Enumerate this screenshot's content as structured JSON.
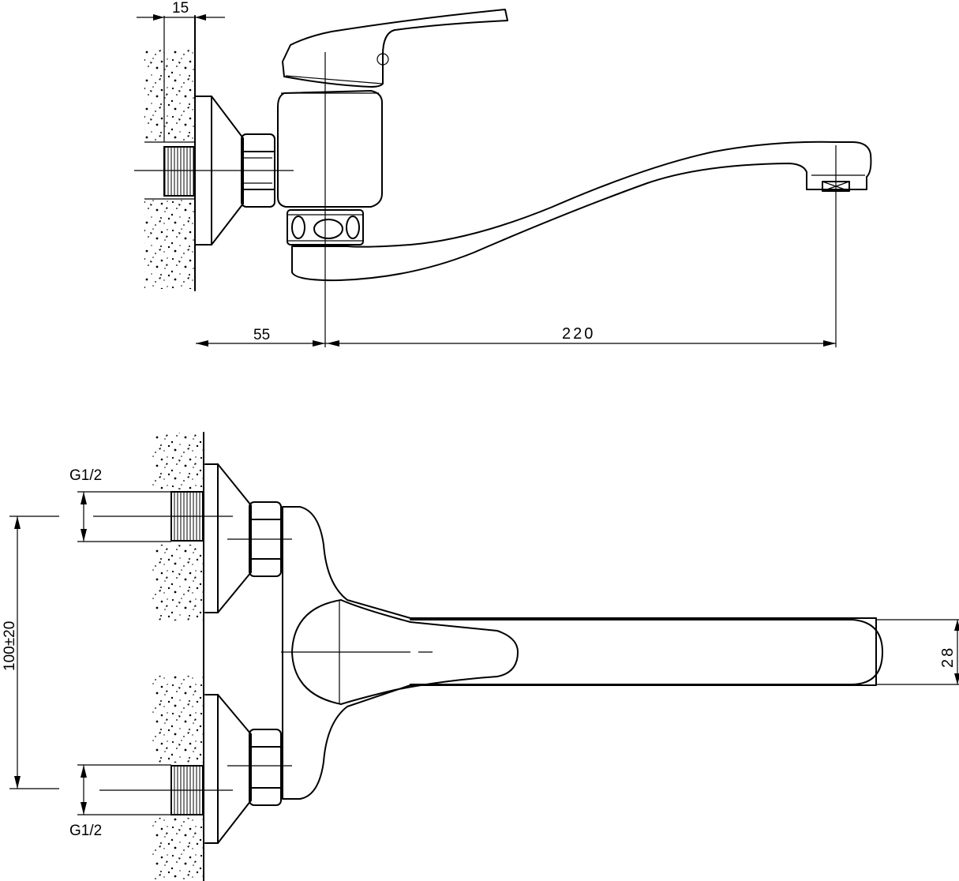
{
  "top_view": {
    "dim_wall_thickness": "15",
    "dim_wall_to_body": "55",
    "dim_spout_reach": "220"
  },
  "bottom_view": {
    "thread_top": "G1/2",
    "thread_bottom": "G1/2",
    "dim_inlet_spacing": "100±20",
    "dim_spout_width": "28"
  }
}
